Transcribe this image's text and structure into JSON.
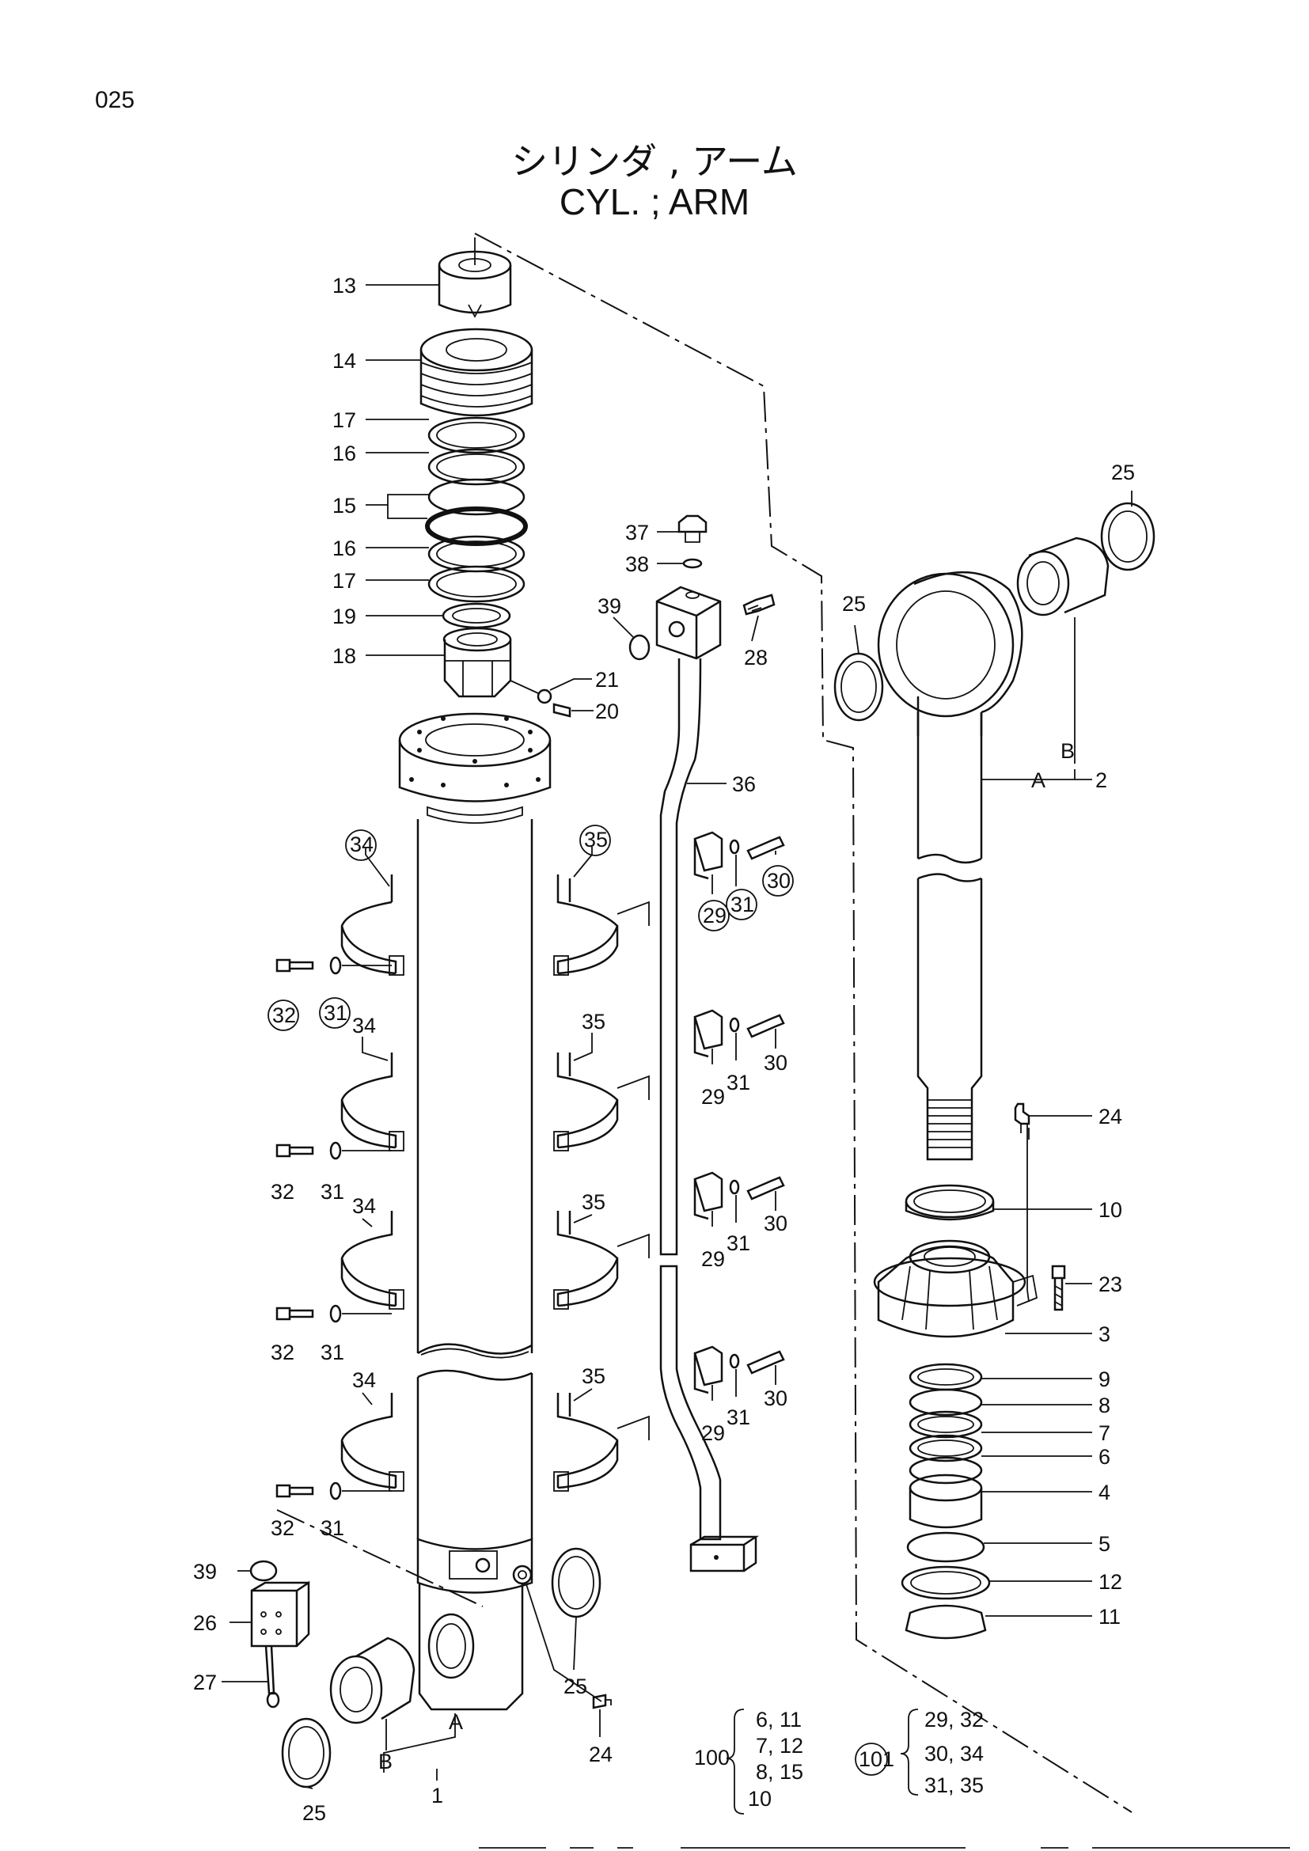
{
  "page_number": "025",
  "title_jp": "シリンダ , アーム",
  "title_en": "CYL. ; ARM",
  "callouts": {
    "c13": "13",
    "c14": "14",
    "c17a": "17",
    "c16a": "16",
    "c15": "15",
    "c16b": "16",
    "c17b": "17",
    "c19": "19",
    "c18": "18",
    "c21": "21",
    "c20": "20",
    "c37": "37",
    "c38": "38",
    "c39a": "39",
    "c28": "28",
    "c36": "36",
    "c34a": "34",
    "c35a": "35",
    "c29a": "29",
    "c31a": "31",
    "c30a": "30",
    "c32a": "32",
    "c31b": "31",
    "c34b": "34",
    "c35b": "35",
    "c29b": "29",
    "c31c": "31",
    "c30b": "30",
    "c32b": "32",
    "c31d": "31",
    "c34c": "34",
    "c35c": "35",
    "c29c": "29",
    "c31e": "31",
    "c30c": "30",
    "c32c": "32",
    "c31f": "31",
    "c34d": "34",
    "c35d": "35",
    "c29d": "29",
    "c31g": "31",
    "c30d": "30",
    "c32d": "32",
    "c31h": "31",
    "c39b": "39",
    "c26": "26",
    "c27": "27",
    "c25a": "25",
    "c25b": "25",
    "c24a": "24",
    "c1": "1",
    "cA1": "A",
    "cB1": "B",
    "c25c": "25",
    "c25d": "25",
    "cB2": "B",
    "cA2": "A",
    "c2": "2",
    "c24b": "24",
    "c10": "10",
    "c23": "23",
    "c3": "3",
    "c9": "9",
    "c8": "8",
    "c7": "7",
    "c6": "6",
    "c4": "4",
    "c5": "5",
    "c12": "12",
    "c11": "11"
  },
  "kits": {
    "kit100": {
      "label": "100",
      "lines": [
        "6,  11",
        "7,  12",
        "8,  15",
        "10"
      ]
    },
    "kit101": {
      "label": "101",
      "lines": [
        "29, 32",
        "30, 34",
        "31, 35"
      ]
    }
  }
}
